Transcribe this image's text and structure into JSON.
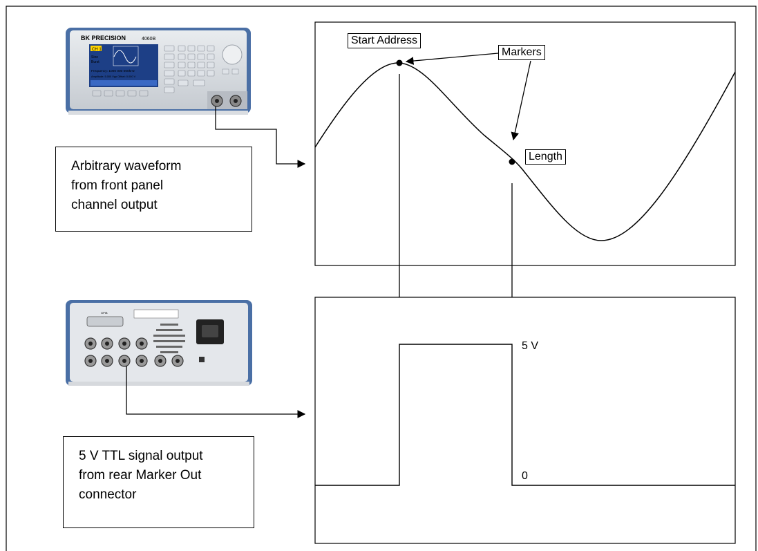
{
  "front_panel": {
    "brand": "BK PRECISION",
    "model": "4060B",
    "display": {
      "channel": "CH 1",
      "func_lines": [
        "Sine",
        "Burst"
      ],
      "frequency_line": "Frequency: 1000 000 000kHz",
      "amplitude_line": "Amplitude: 5.000 Vpp  Offset: 0.000 V"
    }
  },
  "rear_panel": {
    "connector_label": "GPIB"
  },
  "callouts": {
    "front_output": "Arbitrary waveform\nfrom front panel\nchannel output",
    "rear_output": "5 V TTL signal output\nfrom rear Marker Out\nconnector"
  },
  "waveform": {
    "start_address_label": "Start Address",
    "markers_label": "Markers",
    "length_label": "Length"
  },
  "marker_signal": {
    "high_label": "5 V",
    "low_label": "0"
  }
}
